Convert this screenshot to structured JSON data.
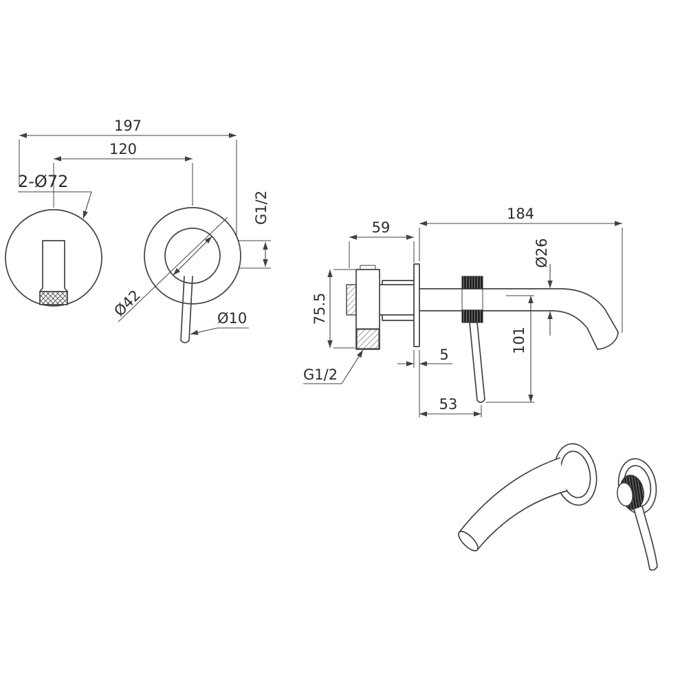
{
  "drawing": {
    "front_view": {
      "overall_width": "197",
      "center_distance": "120",
      "escutcheon_diameter": "2-Ø72",
      "thread_size": "G1/2",
      "handle_base_diameter": "Ø42",
      "lever_diameter": "Ø10"
    },
    "side_view": {
      "body_depth": "59",
      "spout_reach": "184",
      "body_height": "75.5",
      "spout_diameter": "Ø26",
      "lever_drop": "101",
      "plate_thickness": "5",
      "lever_offset": "53",
      "outlet_thread": "G1/2"
    },
    "colors": {
      "line": "#414141",
      "background": "#ffffff"
    }
  }
}
